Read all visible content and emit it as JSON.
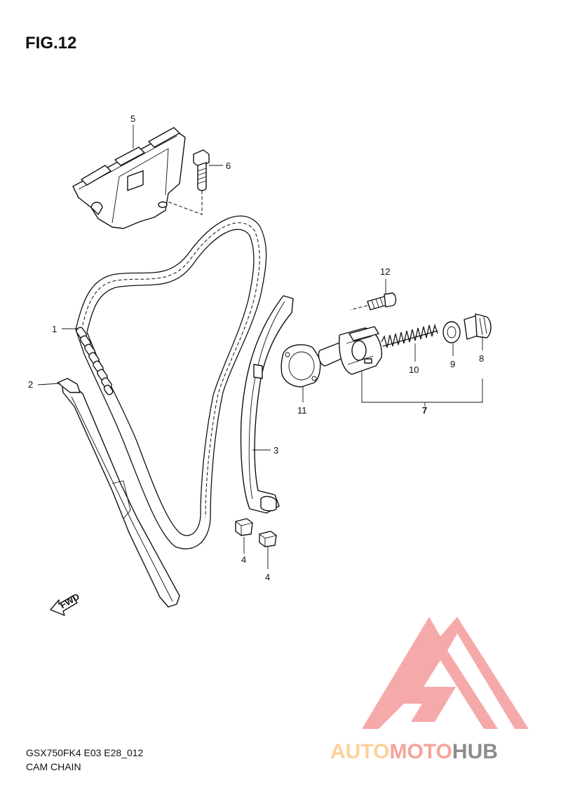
{
  "figure": {
    "title": "FIG.12"
  },
  "callouts": {
    "c1": "1",
    "c2": "2",
    "c3": "3",
    "c4a": "4",
    "c4b": "4",
    "c5": "5",
    "c6": "6",
    "c7": "7",
    "c8": "8",
    "c9": "9",
    "c10": "10",
    "c11": "11",
    "c12": "12"
  },
  "arrow_label": "FWD",
  "footer": {
    "code": "GSX750FK4 E03 E28_012",
    "name": "CAM CHAIN"
  },
  "watermark": {
    "text_a": "AUTO",
    "text_b": "MOTO",
    "text_c": "HUB",
    "color_a": "#fcd29a",
    "color_b": "#f6a39a",
    "color_c": "#8c8c8c",
    "logo_color": "#f59a9a"
  }
}
